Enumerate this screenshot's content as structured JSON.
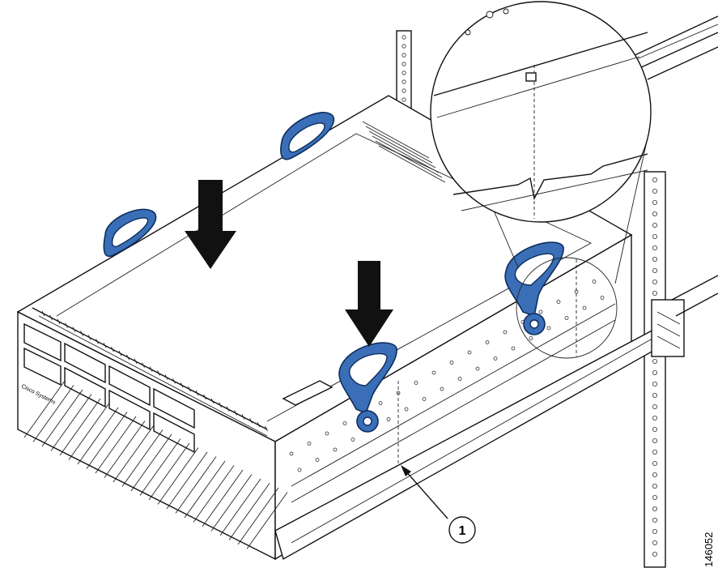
{
  "figure": {
    "callout_number": "1",
    "figure_id": "146052",
    "brand_text": "Cisco Systems"
  },
  "icons": [
    "down-arrow",
    "handle",
    "thumbscrew",
    "magnifier-circle",
    "rack-rail",
    "callout"
  ],
  "colors": {
    "handle_blue": "#3a6fb8",
    "handle_outline": "#0d2d5c",
    "line": "#111111",
    "background": "#ffffff"
  }
}
